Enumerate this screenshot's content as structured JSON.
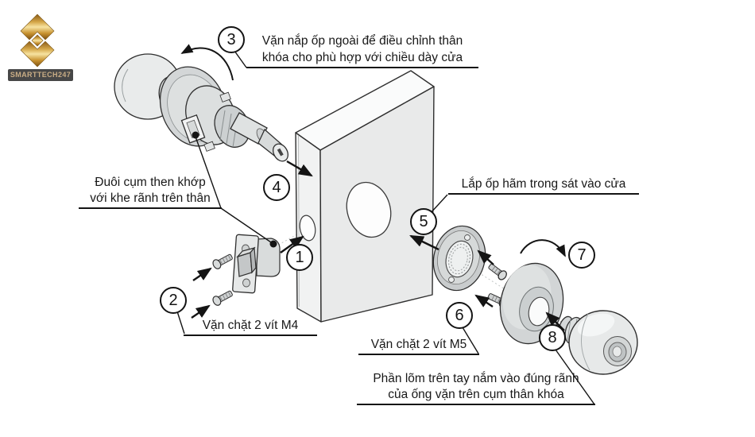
{
  "brand": {
    "name": "SMARTTECH247",
    "icon": "s-monogram-icon",
    "accent_gold": "#c89a3e",
    "bar_bg": "#474747"
  },
  "callouts": {
    "c1": "1",
    "c2": "2",
    "c3": "3",
    "c4": "4",
    "c5": "5",
    "c6": "6",
    "c7": "7",
    "c8": "8"
  },
  "labels": {
    "adjust_cap": {
      "line1": "Vặn nắp ốp ngoài để điều chỉnh thân",
      "line2": "khóa cho phù hợp với chiều dày cửa"
    },
    "latch_tail": {
      "line1": "Đuôi cụm then khớp",
      "line2": "với khe rãnh trên thân"
    },
    "inner_plate": {
      "line1": "Lắp ốp hãm trong sát vào cửa"
    },
    "screws_m4": {
      "line1": "Vặn chặt 2 vít M4"
    },
    "screws_m5": {
      "line1": "Vặn chặt 2 vít M5"
    },
    "knob_groove": {
      "line1": "Phần lõm trên tay nắm vào đúng rãnh",
      "line2": "của ống vặn trên cụm thân khóa"
    }
  },
  "diagram": {
    "line_color": "#1c1c1c",
    "part_fill": "#d9dcdc",
    "background": "#ffffff"
  }
}
